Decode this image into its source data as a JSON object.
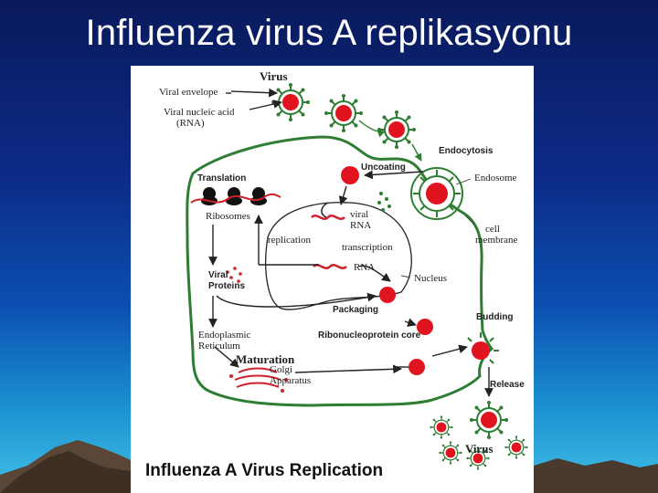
{
  "slide": {
    "title": "Influenza virus A replikasyonu"
  },
  "diagram": {
    "caption": "Influenza A Virus Replication",
    "labels": {
      "virus_top": "Virus",
      "viral_envelope": "Viral envelope",
      "viral_nucleic_acid_1": "Viral nucleic acid",
      "viral_nucleic_acid_2": "(RNA)",
      "endocytosis": "Endocytosis",
      "uncoating": "Uncoating",
      "endosome": "Endosome",
      "translation": "Translation",
      "ribosomes": "Ribosomes",
      "viral_rna_1": "viral",
      "viral_rna_2": "RNA",
      "replication": "replication",
      "transcription": "transcription",
      "rna": "RNA",
      "cell_membrane_1": "cell",
      "cell_membrane_2": "membrane",
      "nucleus": "Nucleus",
      "viral_proteins_1": "Viral",
      "viral_proteins_2": "Proteins",
      "packaging": "Packaging",
      "budding": "Budding",
      "endoplasmic_1": "Endoplasmic",
      "endoplasmic_2": "Reticulum",
      "rnp_core": "Ribonucleoprotein core",
      "maturation": "Maturation",
      "golgi_1": "Golgi",
      "golgi_2": "Apparatus",
      "release": "Release",
      "virus_bottom": "Virus"
    },
    "colors": {
      "membrane": "#2e7d32",
      "virus_core": "#e0141e",
      "rna": "#d0202a",
      "text": "#222222"
    }
  }
}
